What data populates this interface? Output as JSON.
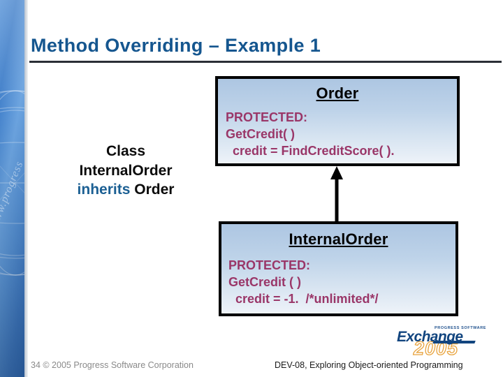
{
  "slide": {
    "title": "Method Overriding – Example 1",
    "side_band_text": "www.progress",
    "caption": {
      "line1": "Class",
      "line2": "InternalOrder",
      "keyword": "inherits",
      "line3_rest": " Order"
    },
    "boxes": [
      {
        "name": "order",
        "title": "Order",
        "body": "PROTECTED:\nGetCredit( )\n  credit = FindCreditScore( )."
      },
      {
        "name": "internal-order",
        "title": "InternalOrder",
        "body": "PROTECTED:\nGetCredit ( )\n  credit = -1.  /*unlimited*/"
      }
    ],
    "relationship": {
      "type": "inheritance-arrow",
      "from": "InternalOrder",
      "to": "Order",
      "direction": "up"
    },
    "footer": {
      "left": "34 © 2005 Progress Software Corporation",
      "right": "DEV-08, Exploring Object-oriented Programming"
    },
    "logo": {
      "tagline": "PROGRESS SOFTWARE",
      "name": "Exchange",
      "year": "2005"
    },
    "colors": {
      "title_blue": "#15568f",
      "keyword_blue": "#1b5f93",
      "box_text_magenta": "#9a3668",
      "box_border": "#000000",
      "box_fill_top": "#adc6e2",
      "box_fill_bottom": "#eef3f9",
      "band_blue": "#3f7ec9",
      "footer_gray": "#8a8a8a",
      "logo_blue": "#12457f",
      "logo_orange": "#e8a33d"
    }
  }
}
